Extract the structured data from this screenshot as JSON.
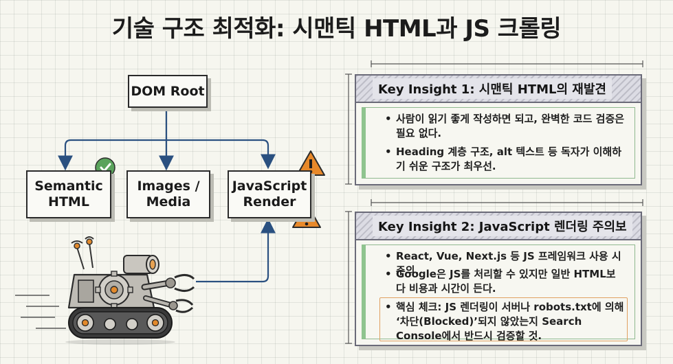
{
  "title": "기술 구조 최적화: 시맨틱 HTML과 JS 크롤링",
  "diagram": {
    "root": "DOM Root",
    "children": [
      {
        "label": "Semantic\nHTML",
        "badge": "check"
      },
      {
        "label": "Images /\nMedia",
        "badge": ""
      },
      {
        "label": "JavaScript\nRender",
        "badge": "warning"
      }
    ]
  },
  "insights": [
    {
      "heading": "Key Insight 1: 시맨틱 HTML의 재발견",
      "bullets": [
        "사람이 읽기 좋게 작성하면 되고, 완벽한 코드 검증은 필요 없다.",
        "Heading 계층 구조, alt 텍스트 등 독자가 이해하기 쉬운 구조가 최우선."
      ]
    },
    {
      "heading": "Key Insight 2: JavaScript 렌더링 주의보",
      "bullets": [
        "React, Vue, Next.js 등 JS 프레임워크 사용 시 주의.",
        "Google은 JS를 처리할 수 있지만 일반 HTML보다 비용과 시간이 든다.",
        "핵심 체크: JS 렌더링이 서버나 robots.txt에 의해 ‘차단(Blocked)’되지 않았는지 Search Console에서 반드시 검증할 것."
      ]
    }
  ],
  "colors": {
    "check_badge": "#58a05a",
    "warning_badge": "#e58a2c",
    "panel_accent": "#8fc48f",
    "highlight_border": "#e0a060"
  }
}
